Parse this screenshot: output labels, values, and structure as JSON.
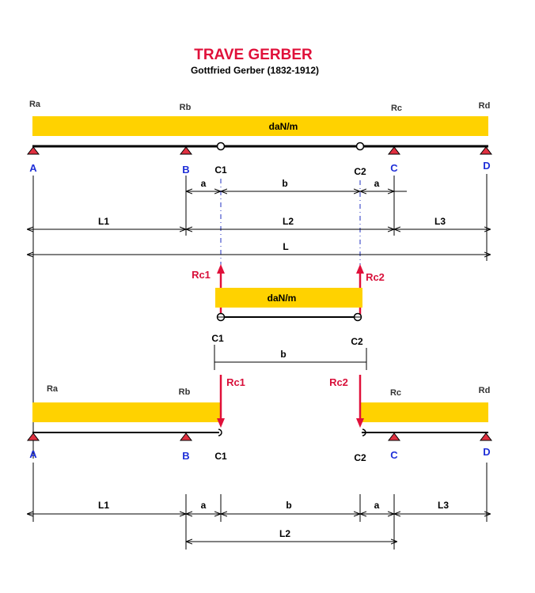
{
  "title": "TRAVE GERBER",
  "subtitle": "Gottfried Gerber (1832-1912)",
  "load_label": "daN/m",
  "reactions": {
    "ra": "Ra",
    "rb": "Rb",
    "rc": "Rc",
    "rd": "Rd",
    "rc1": "Rc1",
    "rc2": "Rc2"
  },
  "supports": {
    "a": "A",
    "b": "B",
    "c": "C",
    "d": "D"
  },
  "hinges": {
    "c1": "C1",
    "c2": "C2"
  },
  "dimensions": {
    "a": "a",
    "b": "b",
    "l1": "L1",
    "l2": "L2",
    "l3": "L3",
    "l": "L"
  },
  "colors": {
    "title": "#e0103a",
    "load": "#ffd200",
    "support_letters": "#1f2fd8",
    "reaction_arrows": "#e0103a"
  }
}
